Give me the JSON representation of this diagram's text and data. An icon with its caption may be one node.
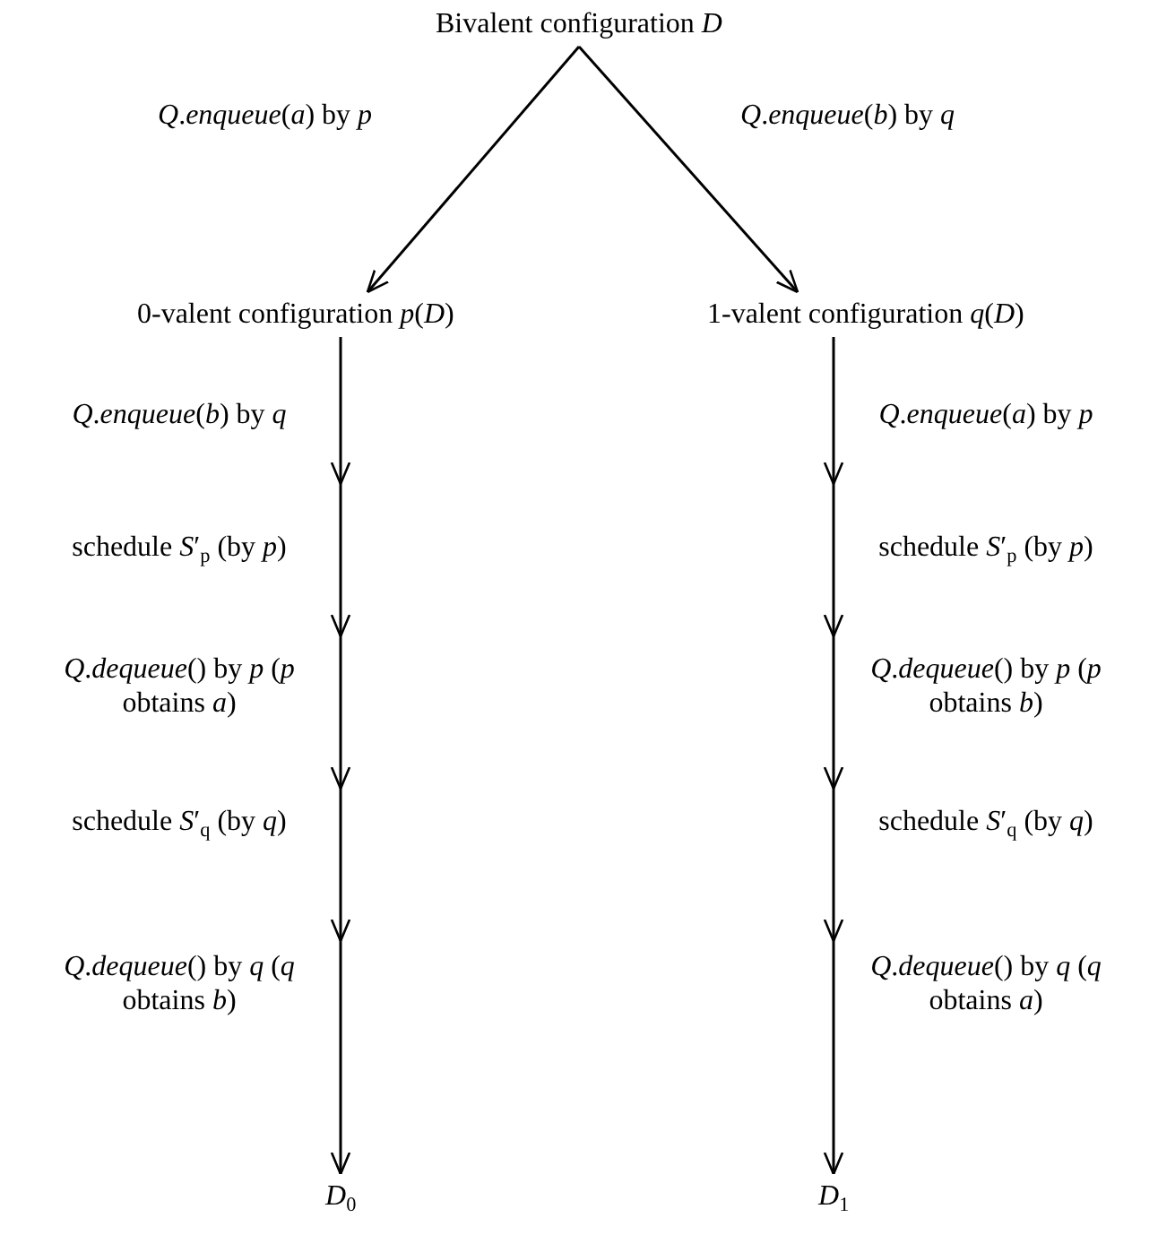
{
  "diagram": {
    "nodes": [
      {
        "text": [
          "Bivalent configuration *D*"
        ]
      },
      {
        "text": [
          "0-valent configuration *p*(*D*)"
        ]
      },
      {
        "text": [
          "1-valent configuration *q*(*D*)"
        ]
      },
      {
        "text": [
          "*D*$_{0}$"
        ]
      },
      {
        "text": [
          "*D*$_{1}$"
        ]
      }
    ],
    "edges": [
      {
        "from": 0,
        "to": 1,
        "arrow": "to",
        "label": "*Q*.*enqueue*(*a*) by *p*"
      },
      {
        "from": 0,
        "to": 2,
        "arrow": "to",
        "label": "*Q*.*enqueue*(*b*) by *q*"
      },
      {
        "from": 1,
        "to": 3,
        "arrow": "to"
      },
      {
        "from": 2,
        "to": 4,
        "arrow": "to"
      }
    ],
    "labels": [
      "*Q*.*enqueue*(*b*) by *q*",
      "*Q*.*enqueue*(*a*) by *p*",
      "schedule *S*′$_{p}$ (by *p*)",
      "schedule *S*′$_{p}$ (by *p*)",
      "*Q*.*dequeue*() by *p* (*p* obtains *a*)",
      "*Q*.*dequeue*() by *p* (*p* obtains *b*)",
      "schedule *S*′$_{q}$ (by *q*)",
      "schedule *S*′$_{q}$ (by *q*)",
      "*Q*.*dequeue*() by *q* (*q* obtains *b*)",
      "*Q*.*dequeue*() by *q* (*q* obtains *a*)"
    ]
  }
}
